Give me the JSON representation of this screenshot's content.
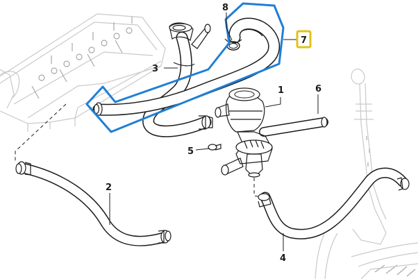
{
  "callouts": {
    "c1": "1",
    "c2": "2",
    "c3": "3",
    "c4": "4",
    "c5": "5",
    "c6": "6",
    "c7": "7",
    "c8": "8"
  },
  "highlight": {
    "part": "7",
    "outline_color": "#1e7fd6",
    "label_box_border_color": "#e0c21a"
  }
}
